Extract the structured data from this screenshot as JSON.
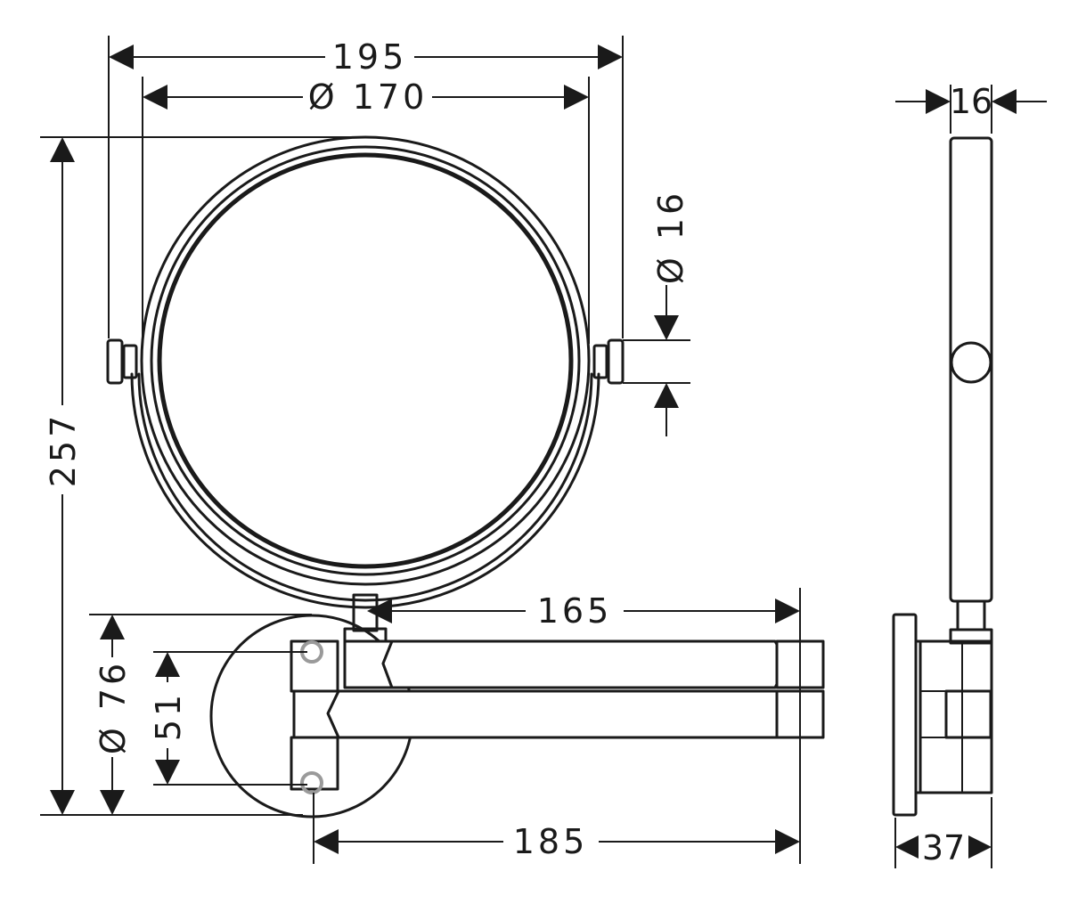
{
  "dimensions": {
    "width_overall": "195",
    "mirror_diameter": "Ø 170",
    "pivot_diameter": "Ø 16",
    "height_overall": "257",
    "arm_reach_inner": "165",
    "arm_reach_outer": "185",
    "wall_plate_diameter": "Ø 76",
    "hole_spacing": "51",
    "side_thickness": "16",
    "side_depth": "37"
  },
  "colors": {
    "line": "#1a1a1a",
    "mounting_hole": "#9a9a9a",
    "background": "#ffffff"
  }
}
